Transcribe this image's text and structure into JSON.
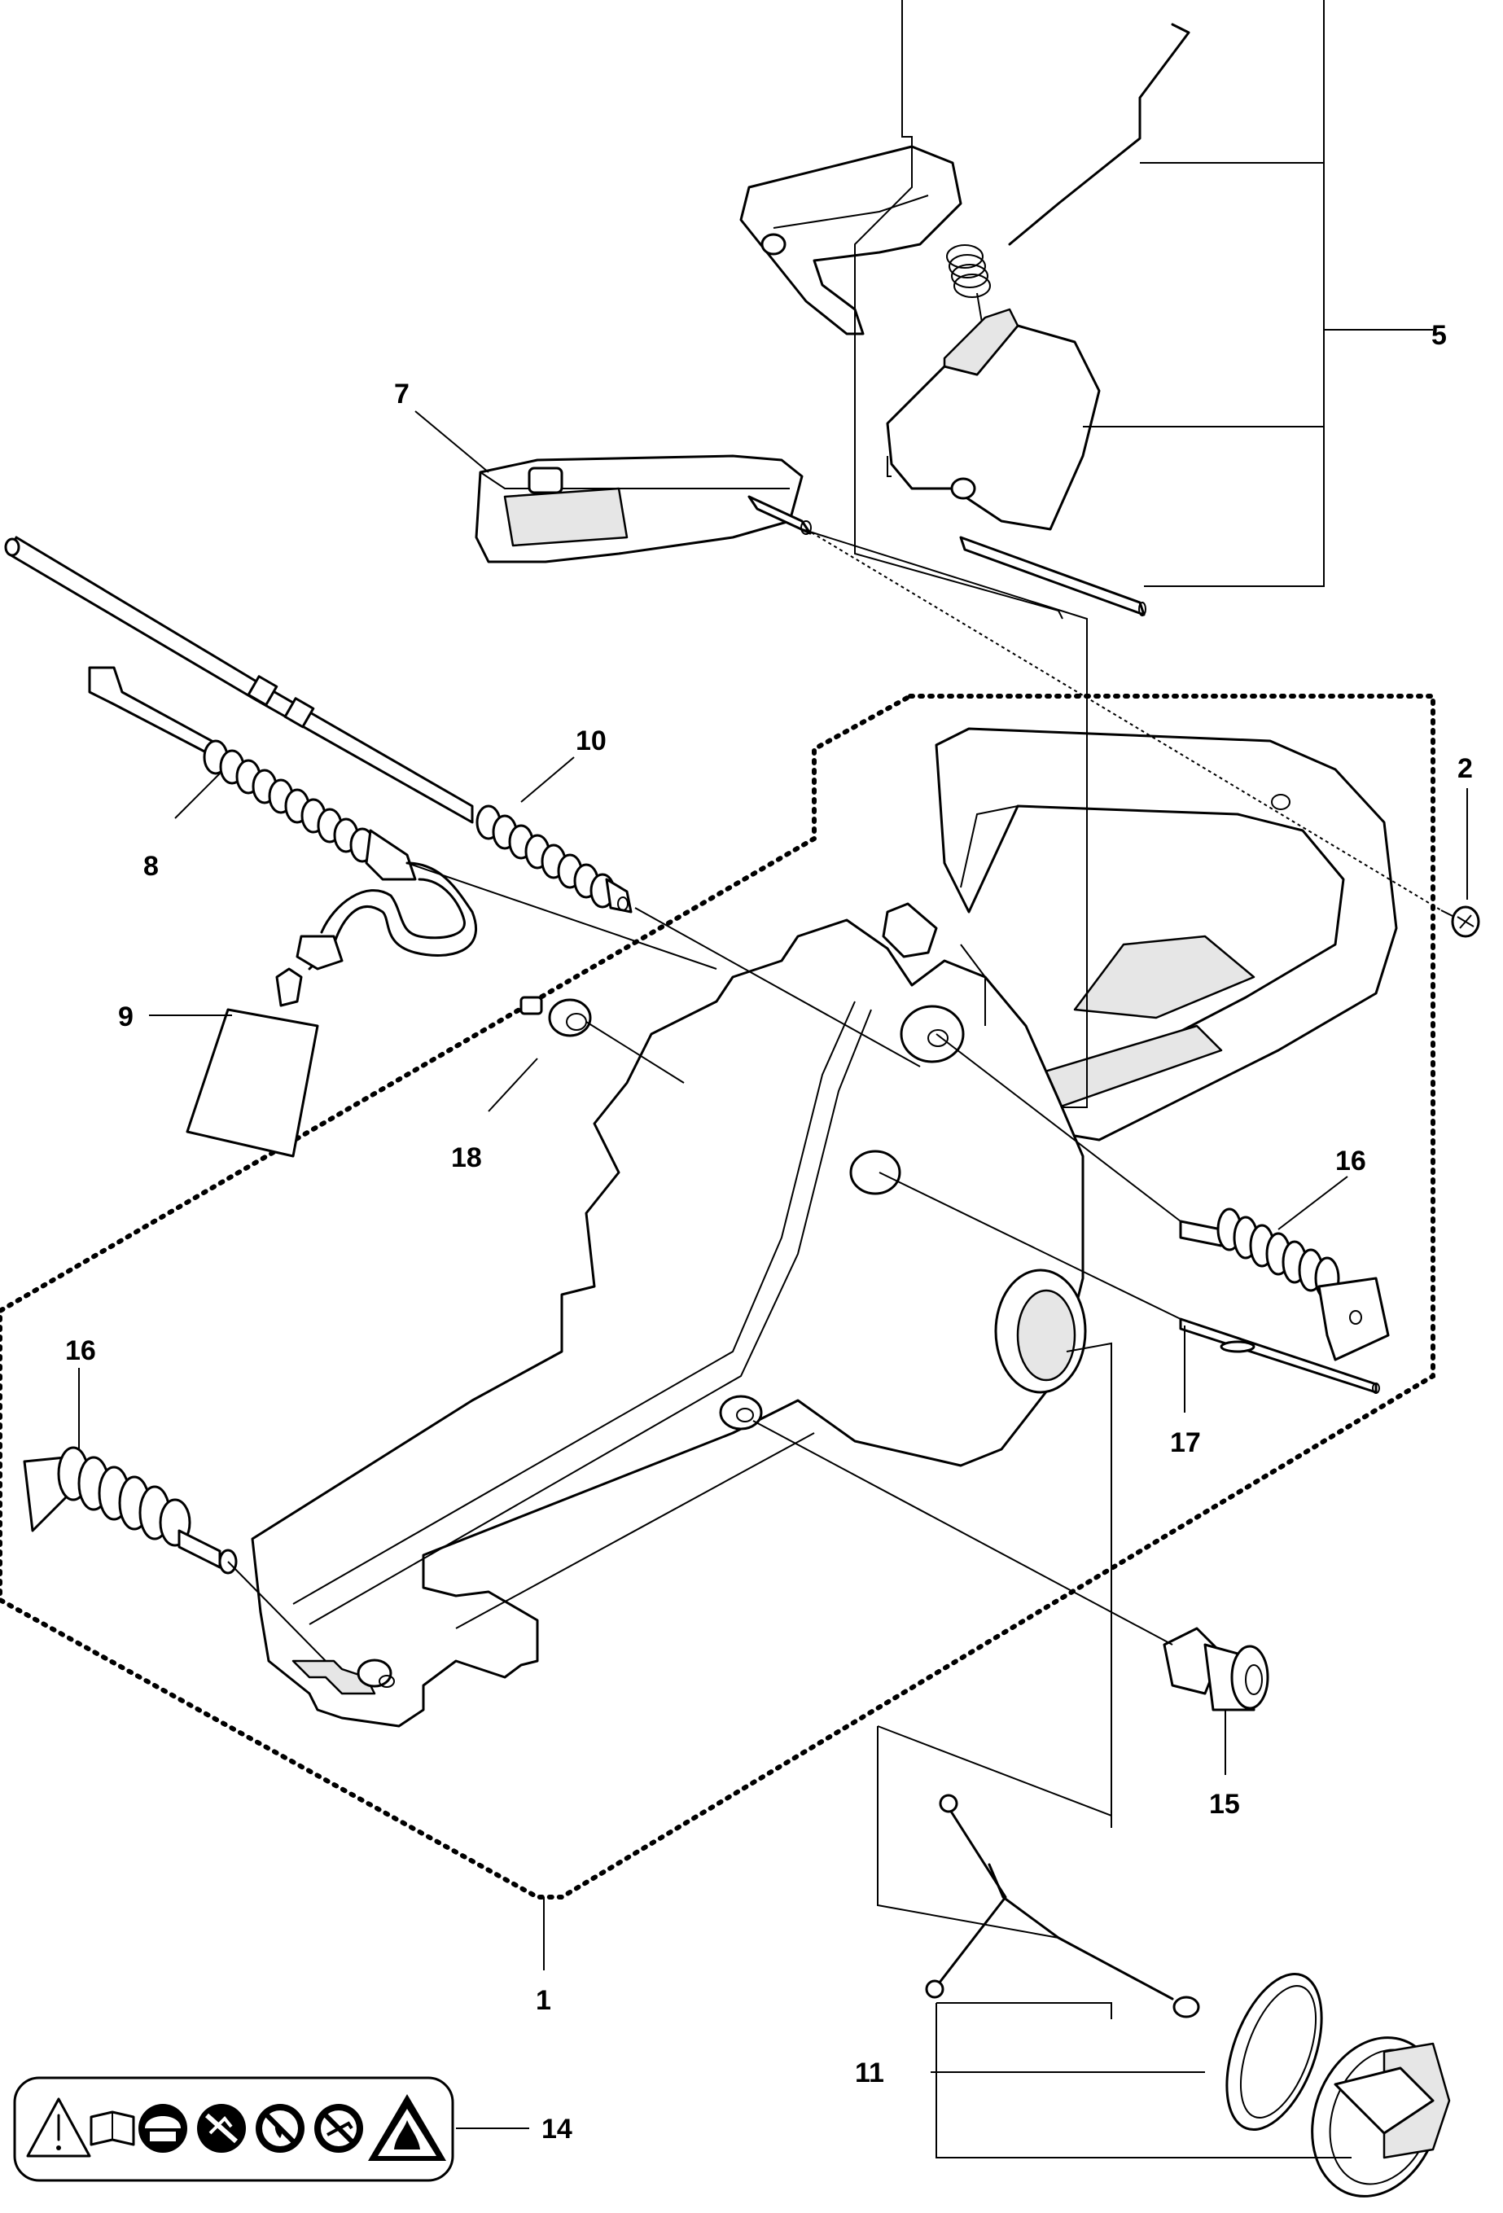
{
  "labels": {
    "p1": "1",
    "p2": "2",
    "p5": "5",
    "p7": "7",
    "p8": "8",
    "p9": "9",
    "p10": "10",
    "p11": "11",
    "p14": "14",
    "p15": "15",
    "p16a": "16",
    "p16b": "16",
    "p17": "17",
    "p18": "18"
  },
  "icons": [
    "warning-triangle-icon",
    "manual-book-icon",
    "helmet-icon",
    "no-spark-icon",
    "no-flame-icon",
    "kickback-icon",
    "fire-warning-icon"
  ]
}
